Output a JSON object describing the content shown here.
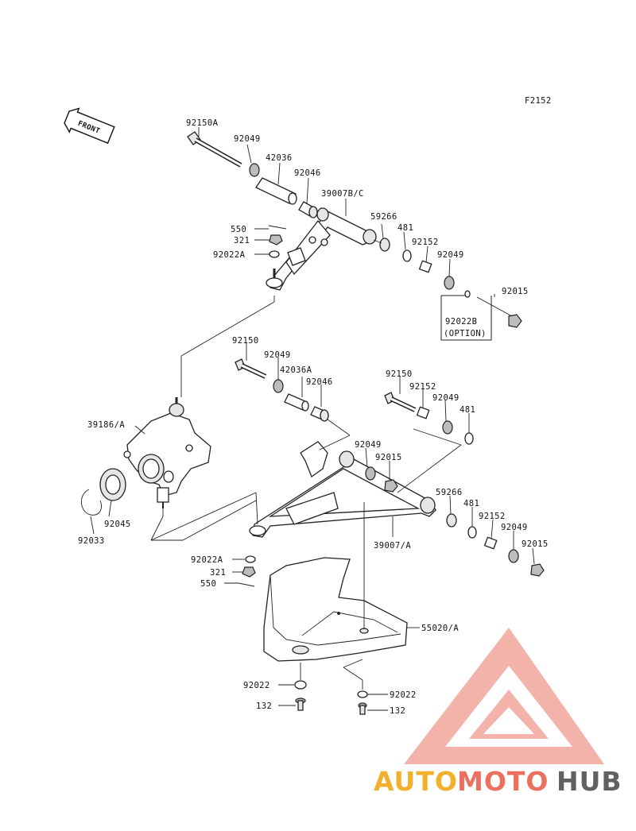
{
  "diagram": {
    "figure_code": "F2152",
    "front_arrow_label": "FRONT",
    "option_note": "(OPTION)",
    "parts": {
      "p92150A": "92150A",
      "p92049_u1": "92049",
      "p42036": "42036",
      "p92046_u": "92046",
      "p39007BC": "39007B/C",
      "p59266_u": "59266",
      "p481_u": "481",
      "p92152_u": "92152",
      "p92049_u2": "92049",
      "p92015_u": "92015",
      "p92022B": "92022B",
      "p550_u": "550",
      "p321_u": "321",
      "p92022A_u": "92022A",
      "p92150_l1": "92150",
      "p92049_l1": "92049",
      "p42036A": "42036A",
      "p92046_l": "92046",
      "p92150_l2": "92150",
      "p92152_l1": "92152",
      "p92049_l2": "92049",
      "p481_l1": "481",
      "p92049_l3": "92049",
      "p92015_l1": "92015",
      "p39186A": "39186/A",
      "p92045": "92045",
      "p92033": "92033",
      "p59266_l": "59266",
      "p481_l2": "481",
      "p92152_l2": "92152",
      "p92049_l4": "92049",
      "p92015_l2": "92015",
      "p39007A": "39007/A",
      "p92022A_l": "92022A",
      "p321_l": "321",
      "p550_l": "550",
      "p55020A": "55020/A",
      "p92022_1": "92022",
      "p92022_2": "92022",
      "p132_1": "132",
      "p132_2": "132"
    }
  },
  "watermark": {
    "text_auto": "AUTO",
    "text_moto": "MOTO",
    "text_hub": "HUB",
    "colors": {
      "auto": "#f2b02c",
      "moto": "#ec6f5f",
      "hub": "#616161",
      "triangle": "#f09a90"
    }
  }
}
